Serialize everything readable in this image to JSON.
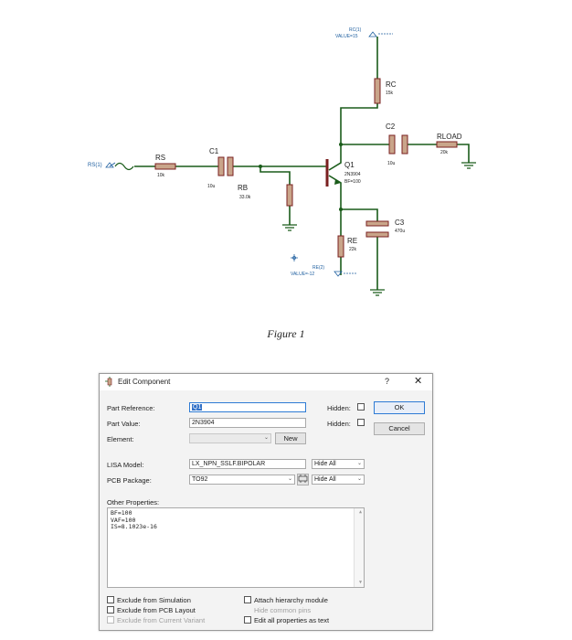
{
  "schematic": {
    "rs_source": "RS(1)",
    "rs_label": "RS",
    "rs_value": "10k",
    "c1_label": "C1",
    "c1_value": "10u",
    "rb_label": "RB",
    "rb_value": "33.0k",
    "q1_label": "Q1",
    "q1_model": "2N3904",
    "q1_bf": "BF=100",
    "rc_source": "RC(1)",
    "rc_source_value": "VALUE=15",
    "rc_label": "RC",
    "rc_value": "15k",
    "c2_label": "C2",
    "c2_value": "10u",
    "rload_label": "RLOAD",
    "rload_value": "20k",
    "c3_label": "C3",
    "c3_value": "470u",
    "re_label": "RE",
    "re_value": "22k",
    "re_source": "RE(2)",
    "re_source_value": "VALUE=-12",
    "wire_color": "#1a5c1a",
    "component_fill": "#c9a58a",
    "component_stroke": "#7a2020"
  },
  "caption": "Figure 1",
  "dialog": {
    "title": "Edit Component",
    "help_label": "?",
    "close_label": "✕",
    "part_reference_label": "Part Reference:",
    "part_reference_value": "Q1",
    "part_value_label": "Part Value:",
    "part_value_value": "2N3904",
    "element_label": "Element:",
    "new_button": "New",
    "hidden_label_1": "Hidden:",
    "hidden_label_2": "Hidden:",
    "ok_button": "OK",
    "cancel_button": "Cancel",
    "lisa_label": "LISA Model:",
    "lisa_value": "LX_NPN_SSLF.BIPOLAR",
    "lisa_hide": "Hide All",
    "pcb_label": "PCB Package:",
    "pcb_value": "TO92",
    "pcb_hide": "Hide All",
    "other_props_label": "Other Properties:",
    "other_props_lines": [
      "BF=100",
      "VAF=100",
      "IS=8.1023e-16"
    ],
    "chk_exclude_sim": "Exclude from Simulation",
    "chk_exclude_pcb": "Exclude from PCB Layout",
    "chk_exclude_variant": "Exclude from Current Variant",
    "chk_attach_hier": "Attach hierarchy module",
    "chk_hide_pins": "Hide common pins",
    "chk_edit_text": "Edit all properties as text"
  }
}
